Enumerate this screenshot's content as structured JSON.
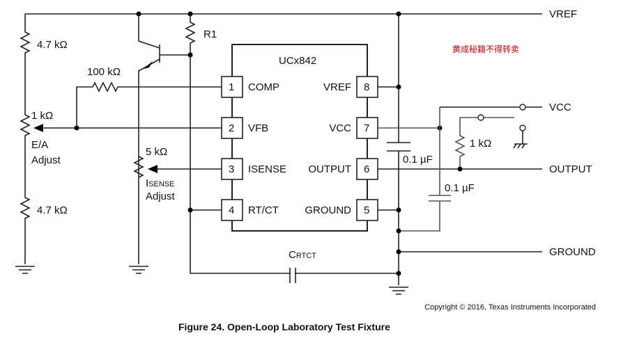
{
  "figure": {
    "caption": "Figure 24.  Open-Loop Laboratory Test Fixture",
    "copyright": "Copyright © 2016, Texas Instruments Incorporated",
    "watermark": "黄成秘籍不得转卖"
  },
  "ic": {
    "name": "UCx842",
    "pins": [
      {
        "number": "1",
        "label": "COMP"
      },
      {
        "number": "2",
        "label": "VFB"
      },
      {
        "number": "3",
        "label": "ISENSE"
      },
      {
        "number": "4",
        "label": "RT/CT"
      },
      {
        "number": "5",
        "label": "GROUND"
      },
      {
        "number": "6",
        "label": "OUTPUT"
      },
      {
        "number": "7",
        "label": "VCC"
      },
      {
        "number": "8",
        "label": "VREF"
      }
    ]
  },
  "components": {
    "r_top_left": "4.7 kΩ",
    "r_bottom_left": "4.7 kΩ",
    "pot_ea": "1 kΩ",
    "pot_ea_label_1": "E/A",
    "pot_ea_label_2": "Adjust",
    "r_comp": "100 kΩ",
    "r1": "R1",
    "pot_isense": "5 kΩ",
    "pot_isense_label_main": "I",
    "pot_isense_label_sub": "SENSE",
    "pot_isense_label_2": "Adjust",
    "c_vref": "0.1 µF",
    "c_vcc": "0.1 µF",
    "r_output": "1 kΩ",
    "c_rtct_main": "C",
    "c_rtct_sub": "RTCT"
  },
  "nets": {
    "vref": "VREF",
    "vcc": "VCC",
    "output": "OUTPUT",
    "ground": "GROUND"
  }
}
